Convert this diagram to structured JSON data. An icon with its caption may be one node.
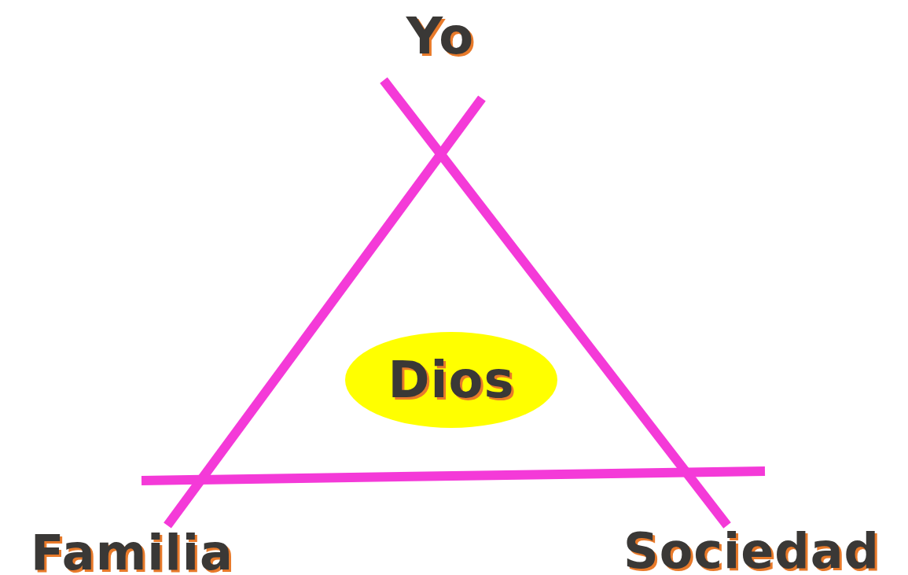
{
  "diagram": {
    "nodes": [
      {
        "text": [
          "Yo"
        ]
      },
      {
        "text": [
          "Familia"
        ]
      },
      {
        "text": [
          "Sociedad"
        ]
      },
      {
        "text": [
          "Dios"
        ]
      }
    ],
    "edges": [
      {
        "from": 0,
        "to": 1,
        "arrow": "none"
      },
      {
        "from": 0,
        "to": 2,
        "arrow": "none"
      },
      {
        "from": 1,
        "to": 2,
        "arrow": "none"
      }
    ]
  }
}
